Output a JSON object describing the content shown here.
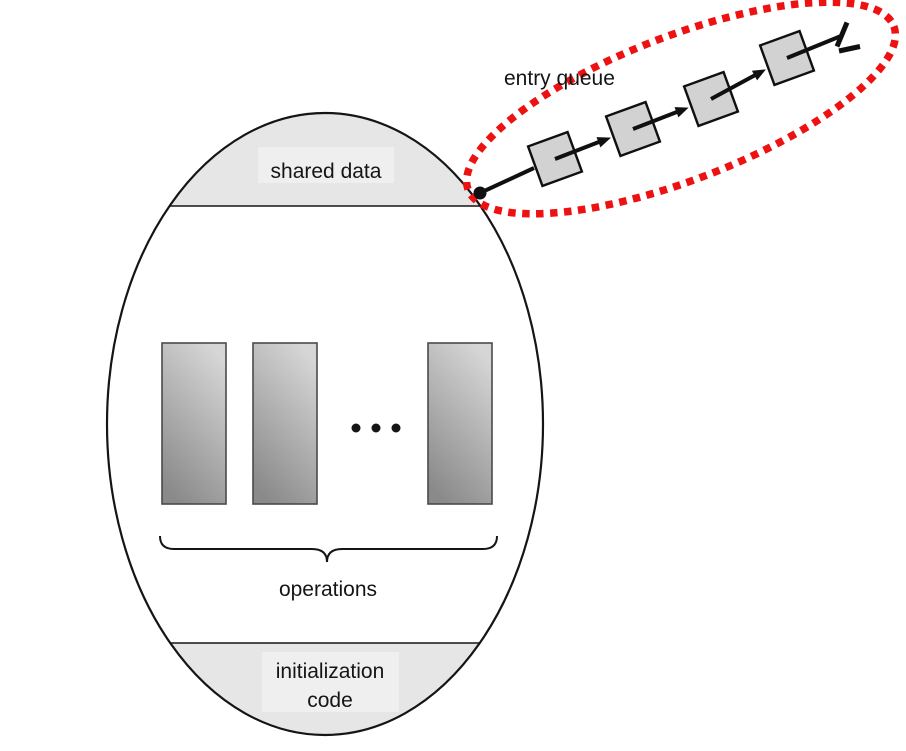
{
  "figure": {
    "description": "Schematic view of a monitor with an entry queue",
    "labels": {
      "entry_queue": "entry queue",
      "shared_data": "shared data",
      "operations": "operations",
      "initialization_line1": "initialization",
      "initialization_line2": "code"
    },
    "queue": {
      "node_count": 4
    },
    "colors": {
      "highlight_red": "#ee1111",
      "segment_gray": "#e6e6e6",
      "label_bg": "#efefef",
      "node_gray": "#d2d2d2",
      "line_black": "#151515",
      "slot_gradient_light": "#d6d6d6",
      "slot_gradient_dark": "#8a8a8a"
    }
  }
}
